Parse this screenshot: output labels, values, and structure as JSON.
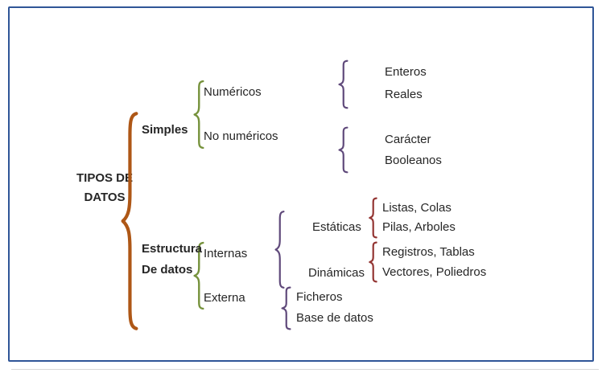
{
  "diagram": {
    "title": [
      "TIPOS DE",
      "DATOS"
    ],
    "branches": {
      "simples": {
        "label": "Simples",
        "numericos": {
          "label": "Numéricos",
          "items": [
            "Enteros",
            "Reales"
          ]
        },
        "no_numericos": {
          "label": "No numéricos",
          "items": [
            "Carácter",
            "Booleanos"
          ]
        }
      },
      "estructura": {
        "label": [
          "Estructura",
          "De datos"
        ],
        "internas": {
          "label": "Internas",
          "estaticas": {
            "label": "Estáticas",
            "items": [
              "Listas, Colas",
              "Pilas, Arboles"
            ]
          },
          "dinamicas": {
            "label": "Dinámicas",
            "items": [
              "Registros, Tablas",
              "Vectores, Poliedros"
            ]
          }
        },
        "externa": {
          "label": "Externa",
          "items": [
            "Ficheros",
            "Base de datos"
          ]
        }
      }
    }
  },
  "colors": {
    "border-blue": "#2F5597",
    "brace-orange": "#AE5716",
    "brace-green": "#76923C",
    "brace-purple": "#604A7B",
    "brace-maroon": "#943634",
    "text": "#262626"
  }
}
